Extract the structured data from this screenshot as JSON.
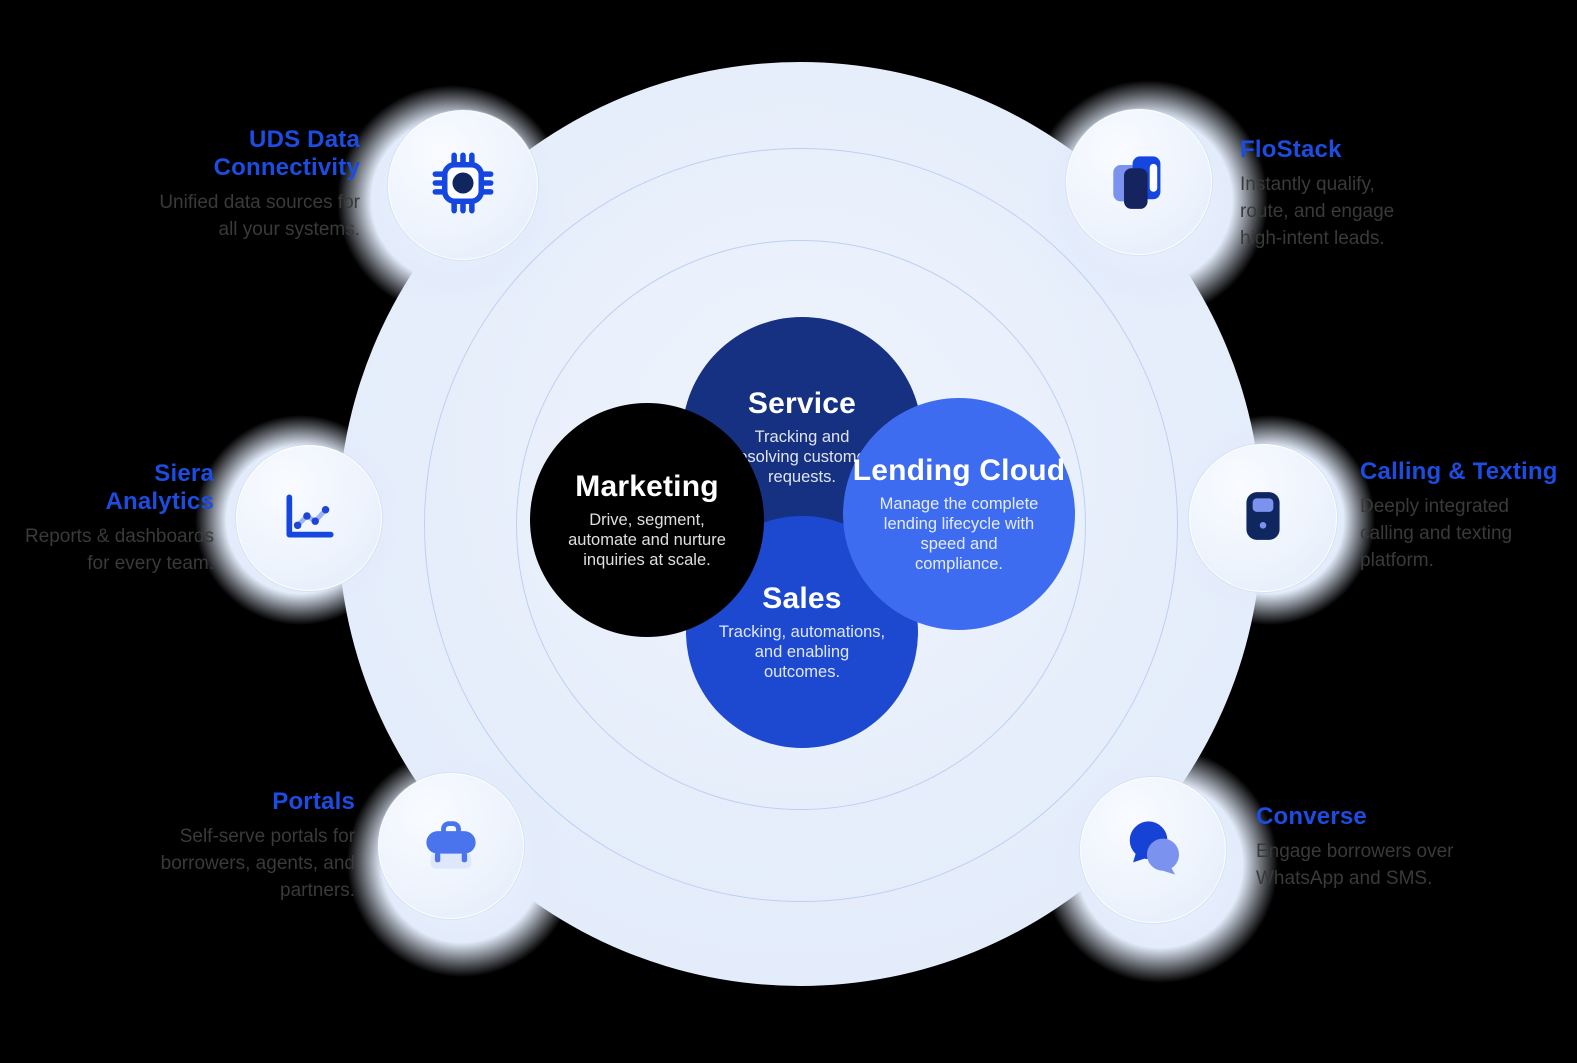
{
  "colors": {
    "background": "#000000",
    "accent_blue": "#1d4ce1",
    "icon_blue": "#1547e0",
    "icon_navy": "#10265e",
    "icon_periwinkle": "#7b93ef",
    "field_light_blue": "#e6eefb",
    "service_circle": "#163181",
    "sales_circle": "#1d49d0",
    "lending_circle": "#3e6cf0",
    "marketing_circle": "#000000",
    "label_text_gray": "#3a3a3a"
  },
  "center_circles": [
    {
      "id": "service",
      "title": "Service",
      "description": "Tracking and\nresolving customer\nrequests."
    },
    {
      "id": "sales",
      "title": "Sales",
      "description": "Tracking, automations,\nand enabling\noutcomes."
    },
    {
      "id": "lending",
      "title": "Lending Cloud",
      "description": "Manage the complete\nlending lifecycle with\nspeed and\ncompliance."
    },
    {
      "id": "marketing",
      "title": "Marketing",
      "description": "Drive, segment,\nautomate and nurture\ninquiries at scale."
    }
  ],
  "satellites": [
    {
      "id": "uds",
      "title": "UDS Data\nConnectivity",
      "description": "Unified data sources for\nall your systems.",
      "icon": "chip-icon"
    },
    {
      "id": "flostack",
      "title": "FloStack",
      "description": "Instantly qualify,\nroute, and engage\nhigh-intent leads.",
      "icon": "flostack-tiles-icon"
    },
    {
      "id": "siera",
      "title": "Siera\nAnalytics",
      "description": "Reports & dashboards\nfor every team.",
      "icon": "line-chart-icon"
    },
    {
      "id": "calling",
      "title": "Calling & Texting",
      "description": "Deeply integrated\ncalling and texting\nplatform.",
      "icon": "phone-icon"
    },
    {
      "id": "portals",
      "title": "Portals",
      "description": "Self-serve portals for\nborrowers, agents, and\npartners.",
      "icon": "briefcase-icon"
    },
    {
      "id": "converse",
      "title": "Converse",
      "description": "Engage borrowers over\nWhatsApp and SMS.",
      "icon": "chat-bubbles-icon"
    }
  ]
}
